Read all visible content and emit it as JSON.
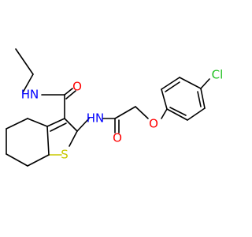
{
  "molecule": {
    "atoms": {
      "n_amide1": {
        "text": "HN",
        "color": "#0000ff"
      },
      "o_amide1": {
        "text": "O",
        "color": "#ff0000"
      },
      "n_amide2": {
        "text": "HN",
        "color": "#0000ff"
      },
      "o_amide2": {
        "text": "O",
        "color": "#ff0000"
      },
      "o_ether": {
        "text": "O",
        "color": "#ff0000"
      },
      "s_ring": {
        "text": "S",
        "color": "#c8c800"
      },
      "cl": {
        "text": "Cl",
        "color": "#1fbf1f"
      }
    }
  }
}
